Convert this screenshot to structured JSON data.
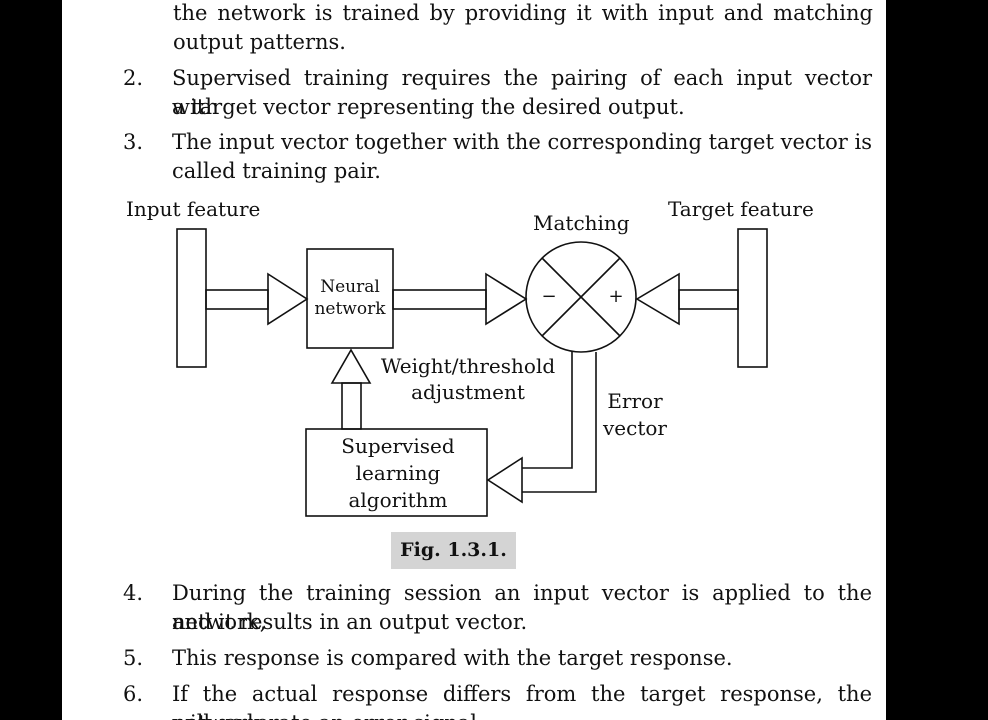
{
  "paragraphs": {
    "intro_line1": "the network is trained by providing it with input and matching",
    "intro_line2": "output patterns.",
    "items_top": [
      {
        "num": "2.",
        "line1": "Supervised training requires the pairing of each input vector with",
        "line2": "a target vector representing the desired output."
      },
      {
        "num": "3.",
        "line1": "The input vector together with the corresponding target vector is",
        "line2": "called training pair."
      }
    ],
    "items_bottom": [
      {
        "num": "4.",
        "line1": "During the training session an input vector is applied to the network,",
        "line2": "and it results in an output vector."
      },
      {
        "num": "5.",
        "line1": "This response is compared with the target response.",
        "line2": ""
      },
      {
        "num": "6.",
        "line1": "If the actual response differs from the target response, the network",
        "line2": "will generate an error signal."
      }
    ]
  },
  "diagram": {
    "input_feature": "Input feature",
    "target_feature": "Target feature",
    "matching": "Matching",
    "neural_network_line1": "Neural",
    "neural_network_line2": "network",
    "minus": "−",
    "plus": "+",
    "weight_line1": "Weight/threshold",
    "weight_line2": "adjustment",
    "error_line1": "Error",
    "error_line2": "vector",
    "supervised_line1": "Supervised",
    "supervised_line2": "learning",
    "supervised_line3": "algorithm"
  },
  "caption": "Fig. 1.3.1."
}
